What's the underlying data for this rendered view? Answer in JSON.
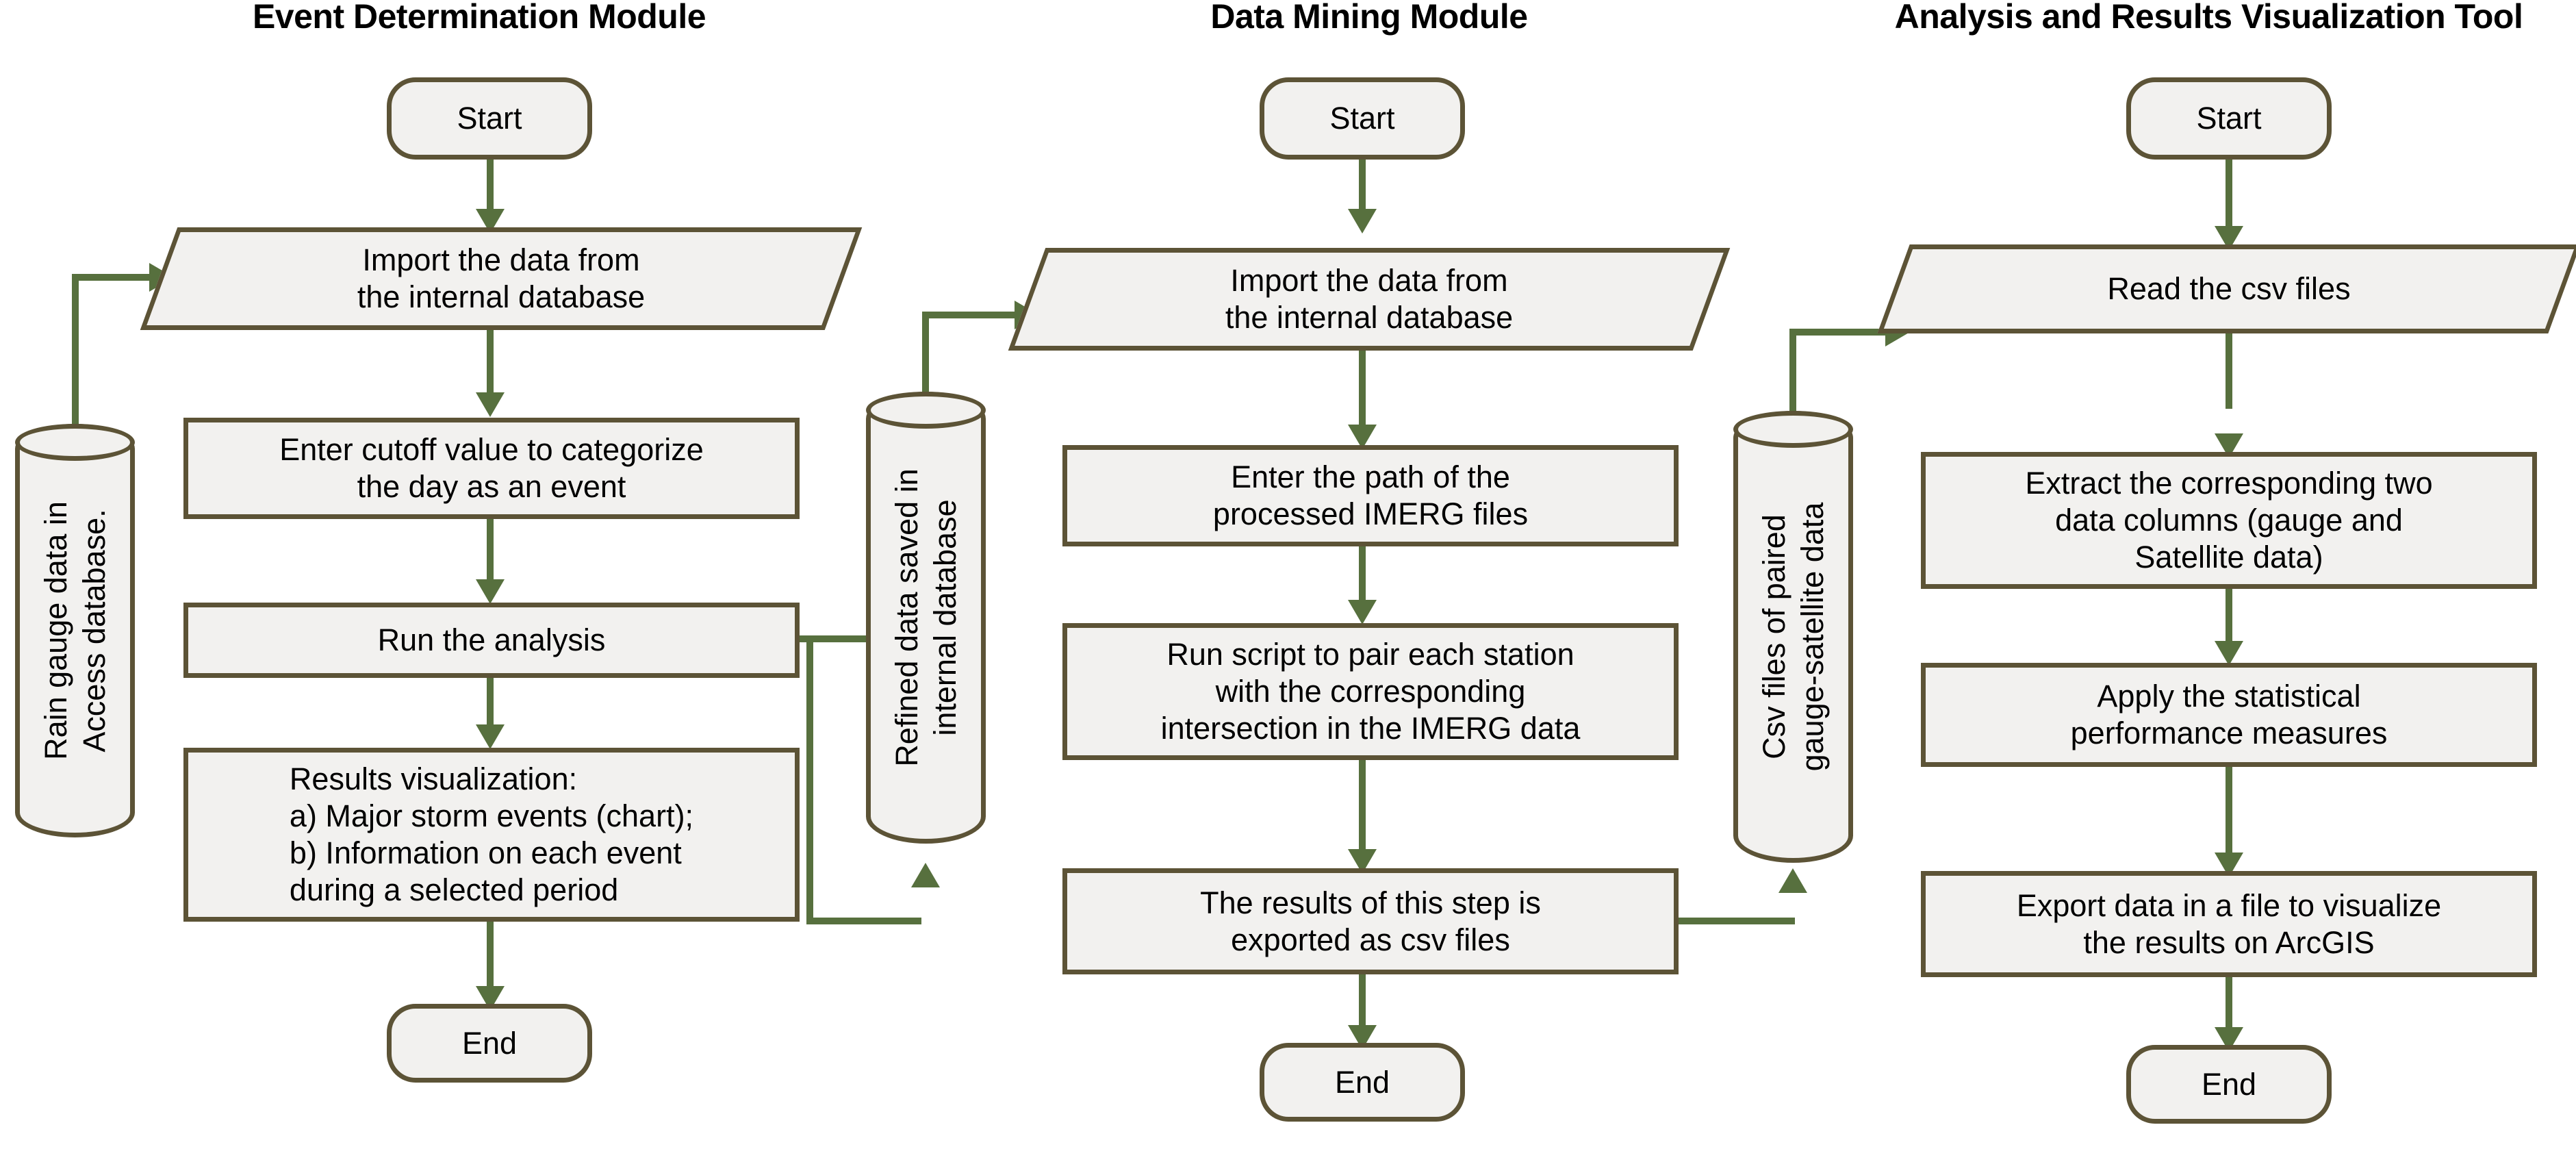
{
  "modules": [
    {
      "title": "Event Determination Module",
      "nodes": {
        "start": "Start",
        "import": "Import the data from\nthe internal database",
        "cutoff": "Enter cutoff value to categorize\nthe day as an event",
        "run": "Run the analysis",
        "results": "Results visualization:\na) Major storm events (chart);\nb) Information on each event\nduring a selected period",
        "end": "End"
      },
      "datastore": "Rain gauge data in\nAccess database."
    },
    {
      "title": "Data Mining  Module",
      "nodes": {
        "start": "Start",
        "import": "Import the data from\nthe internal database",
        "path": "Enter the path of the\nprocessed IMERG files",
        "script": "Run script to pair each station\nwith the corresponding\nintersection in the IMERG data",
        "export": "The results of this step is\nexported as csv files",
        "end": "End"
      },
      "datastore": "Refined data saved in\ninternal database"
    },
    {
      "title": "Analysis and Results Visualization Tool",
      "nodes": {
        "start": "Start",
        "read": "Read the csv files",
        "extract": "Extract the corresponding two\ndata columns (gauge and\nSatellite data)",
        "apply": "Apply the statistical\nperformance measures",
        "export": "Export data in a file to visualize\nthe results on ArcGIS",
        "end": "End"
      },
      "datastore": "Csv files of paired\ngauge-satellite data"
    }
  ],
  "colors": {
    "shape_border": "#5C5336",
    "shape_fill": "#F2F1EF",
    "connector": "#57703E",
    "text": "#000000",
    "background": "#FFFFFF"
  }
}
